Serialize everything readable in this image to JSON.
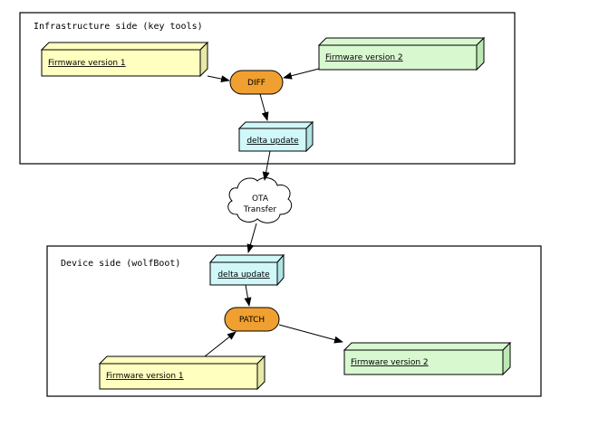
{
  "regions": {
    "infra_label": "Infrastructure side (key tools)",
    "device_label": "Device side (wolfBoot)"
  },
  "nodes": {
    "infra_fw1": "Firmware version 1",
    "infra_fw2": "Firmware version 2",
    "diff": "DIFF",
    "infra_delta": "delta update",
    "ota_line1": "OTA",
    "ota_line2": "Transfer",
    "device_delta": "delta update",
    "patch": "PATCH",
    "device_fw1": "Firmware version 1",
    "device_fw2": "Firmware version 2"
  },
  "colors": {
    "fw1_fill": "#ffffc0",
    "fw2_fill": "#d8f8d0",
    "delta_fill": "#d0f8f8",
    "process_fill": "#f0a030"
  }
}
